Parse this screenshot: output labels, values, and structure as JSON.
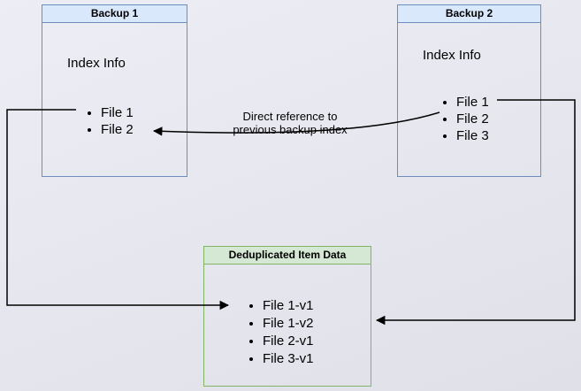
{
  "canvas": {
    "background_top": "#ededf5",
    "background_bottom": "#e0e0e8"
  },
  "boxes": {
    "backup1": {
      "title": "Backup 1",
      "subtitle": "Index Info",
      "items": [
        "File 1",
        "File 2"
      ],
      "header_bg": "#dae8fc",
      "border": "#6c8ebf"
    },
    "backup2": {
      "title": "Backup 2",
      "subtitle": "Index Info",
      "items": [
        "File 1",
        "File 2",
        "File 3"
      ],
      "header_bg": "#dae8fc",
      "border": "#6c8ebf"
    },
    "dedup": {
      "title": "Deduplicated Item Data",
      "items": [
        "File 1-v1",
        "File 1-v2",
        "File 2-v1",
        "File 3-v1"
      ],
      "header_bg": "#d5e8d4",
      "border": "#82b366"
    }
  },
  "annotations": {
    "reference_label_line1": "Direct reference to",
    "reference_label_line2": "previous backup index"
  },
  "arrow_color": "#000000"
}
